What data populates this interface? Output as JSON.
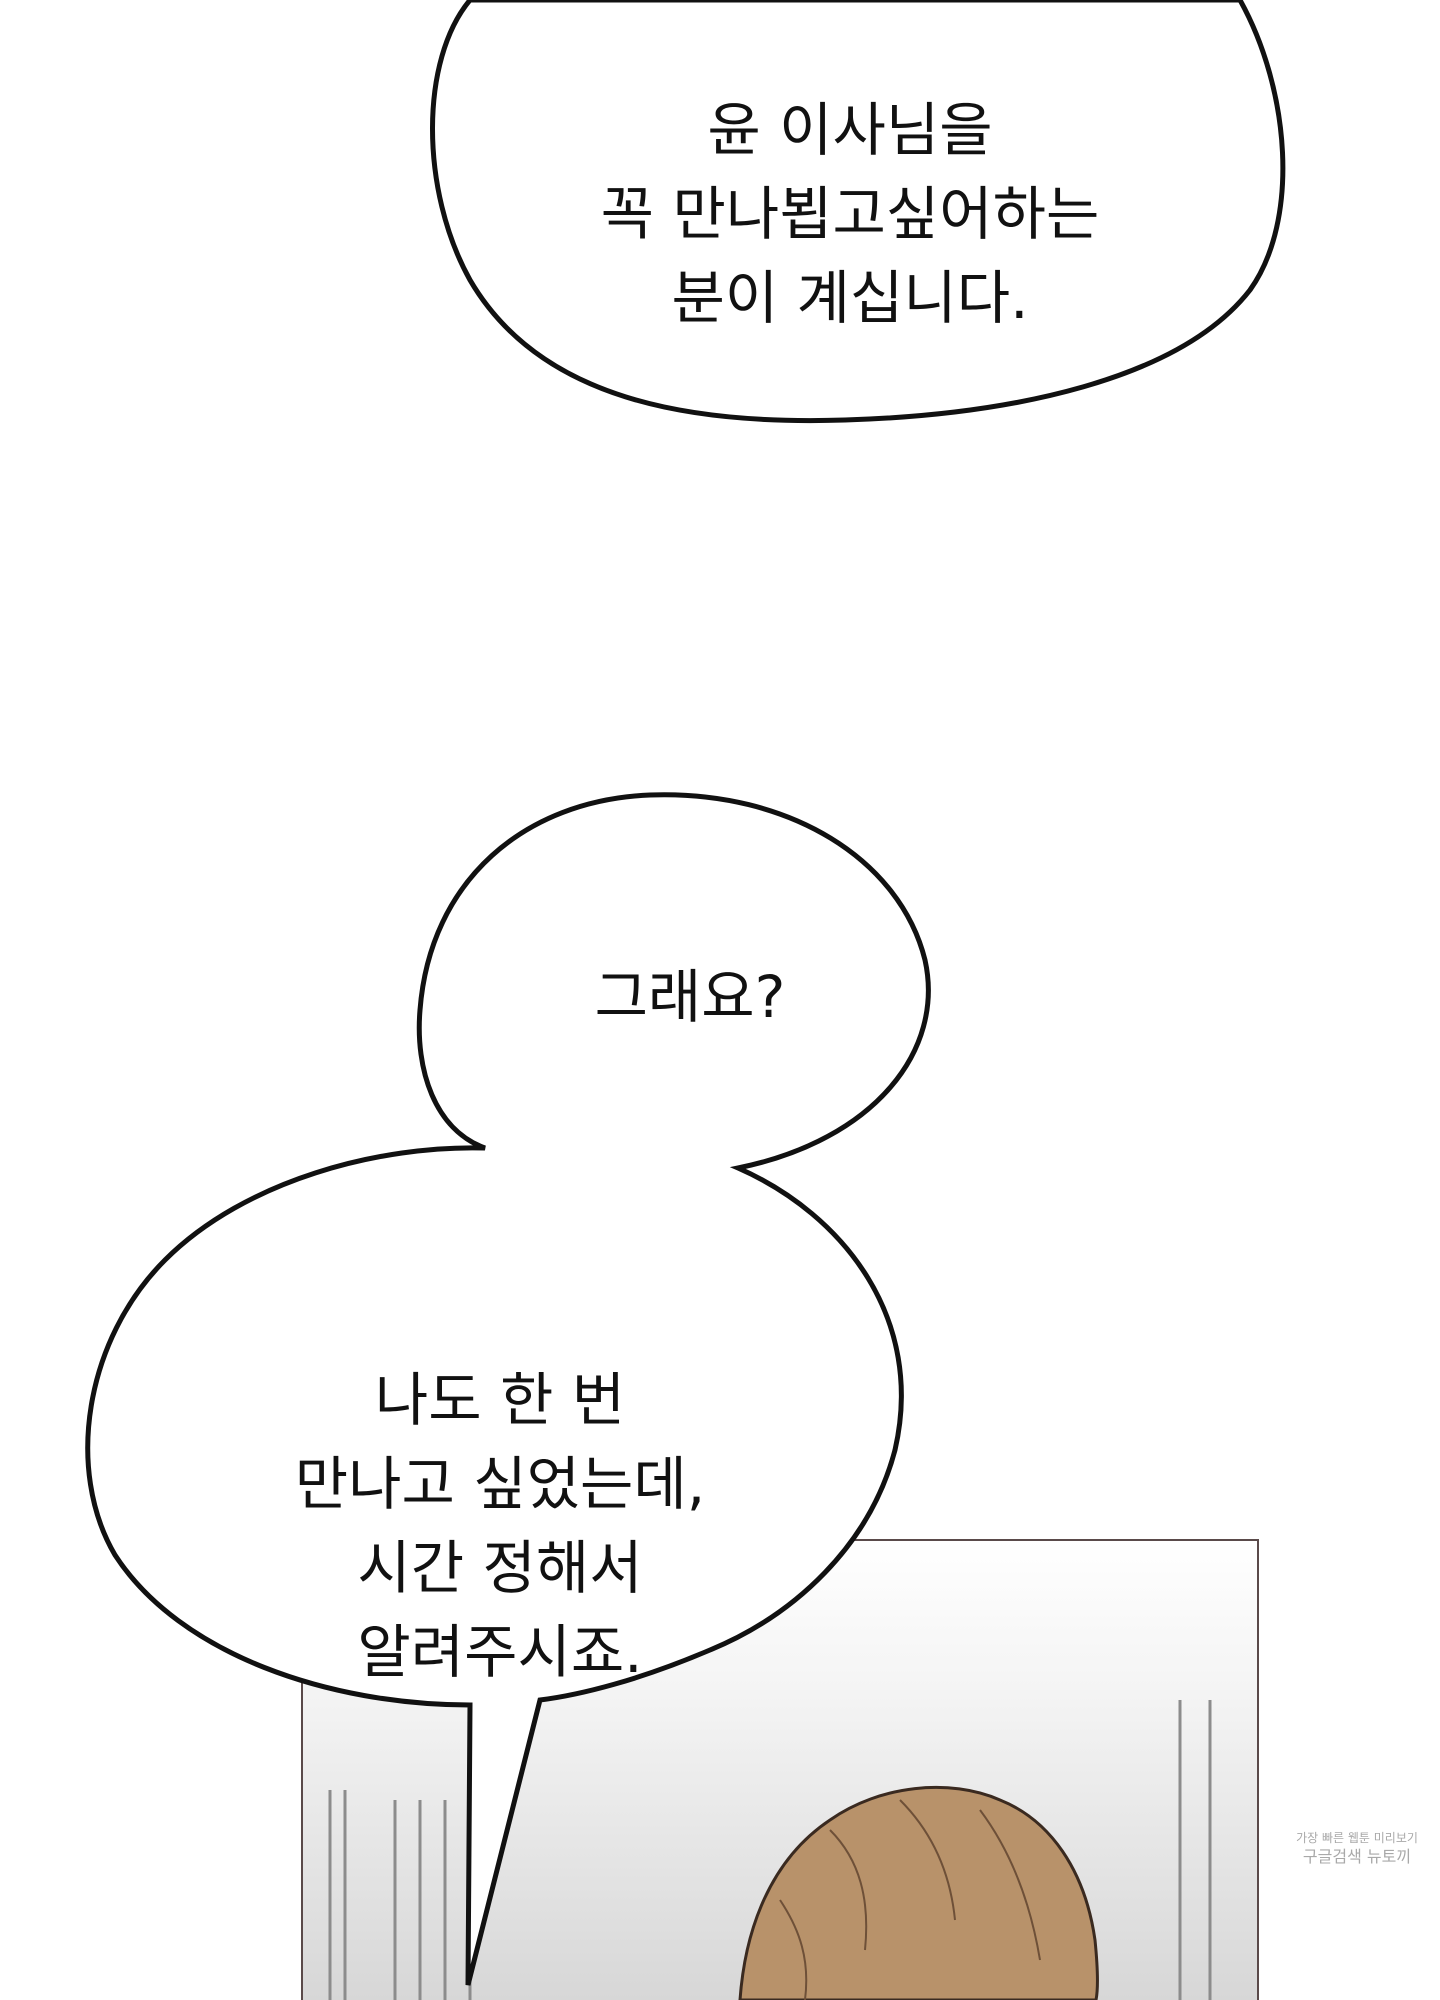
{
  "bubbles": {
    "top": {
      "lines": [
        "윤 이사님을",
        "꼭 만나뵙고싶어하는",
        "분이 계십니다."
      ]
    },
    "small": {
      "lines": [
        "그래요?"
      ]
    },
    "large": {
      "lines": [
        "나도 한 번",
        "만나고 싶었는데,",
        "시간 정해서",
        "알려주시죠."
      ]
    }
  },
  "watermark": {
    "line1": "가장 빠른 웹툰 미리보기",
    "line2": "구글검색 뉴토끼"
  },
  "colors": {
    "outline": "#111111",
    "hair": "#b8926a",
    "panel_border": "#5a4a4a",
    "background": "#ffffff"
  }
}
